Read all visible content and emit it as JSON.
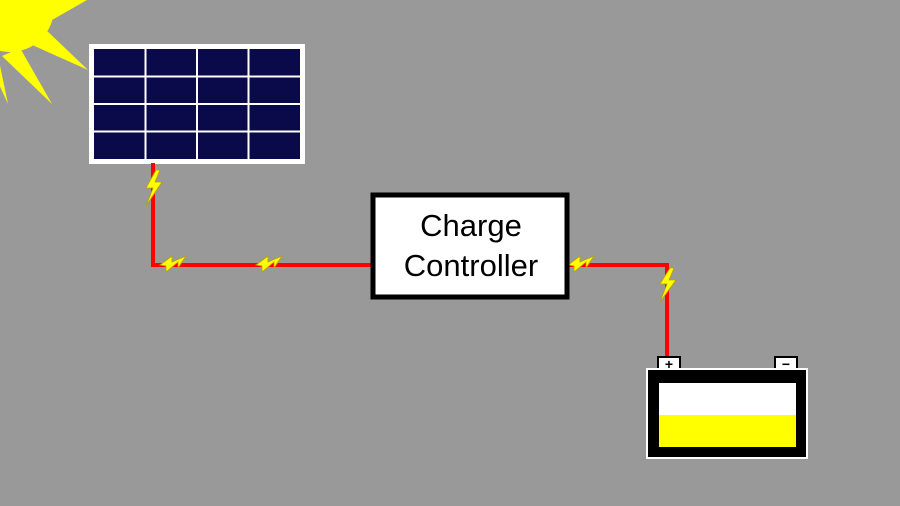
{
  "diagram": {
    "controller": {
      "line1": "Charge",
      "line2": "Controller"
    },
    "battery": {
      "positive_symbol": "+",
      "negative_symbol": "−",
      "charge_level": 0.5
    },
    "solar_panel": {
      "rows": 4,
      "cols": 4
    },
    "colors": {
      "background": "#999999",
      "wire": "#ff0000",
      "sun": "#ffff00",
      "spark": "#ffff00",
      "panel": "#0a0a4a",
      "panel_grid": "#ffffff",
      "battery_charge": "#ffff00"
    },
    "icons": [
      "sun-icon",
      "solar-panel-icon",
      "battery-icon",
      "lightning-spark-icon"
    ]
  }
}
